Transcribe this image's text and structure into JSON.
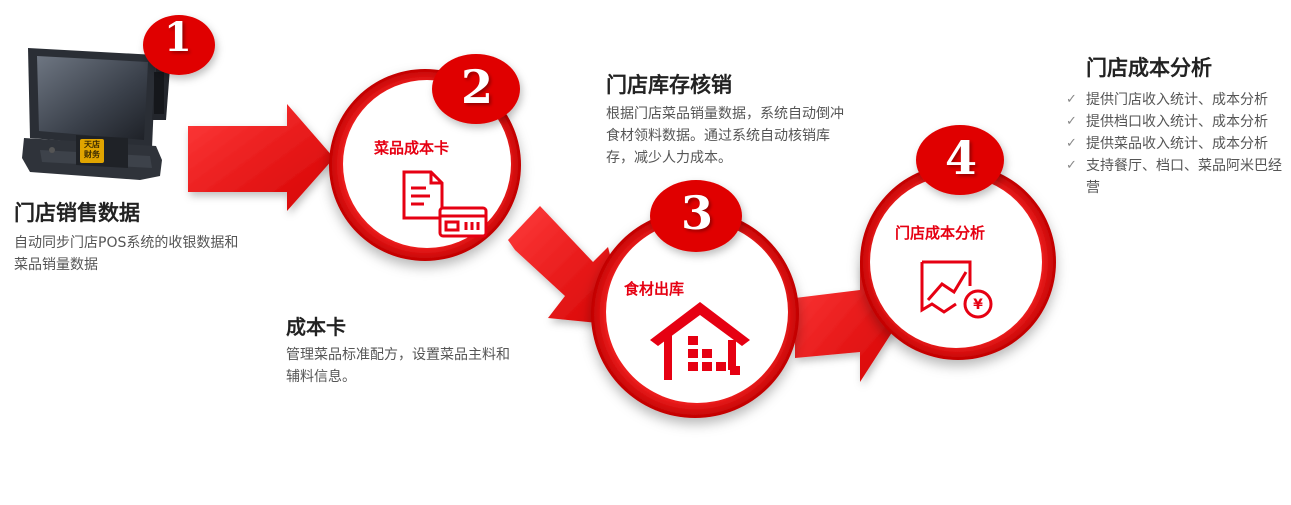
{
  "step1": {
    "badge": "1",
    "title": "门店销售数据",
    "desc": "自动同步门店POS系统的收银数据和菜品销量数据",
    "pos_sticker": "天店\n财务"
  },
  "step2": {
    "badge": "2",
    "circle_label": "菜品成本卡",
    "title": "成本卡",
    "desc": "管理菜品标准配方，设置菜品主料和辅料信息。"
  },
  "step3": {
    "badge": "3",
    "circle_label": "食材出库",
    "title": "门店库存核销",
    "desc": "根据门店菜品销量数据，系统自动倒冲食材领料数据。通过系统自动核销库存，减少人力成本。"
  },
  "step4": {
    "badge": "4",
    "circle_label": "门店成本分析",
    "title": "门店成本分析",
    "items": [
      "提供门店收入统计、成本分析",
      "提供档口收入统计、成本分析",
      "提供菜品收入统计、成本分析",
      "支持餐厅、档口、菜品阿米巴经营"
    ]
  },
  "colors": {
    "accent": "#e60012",
    "arrow": "#ff1a1a"
  },
  "icons": [
    "pos-terminal-icon",
    "cost-card-icon",
    "warehouse-icon",
    "cost-analysis-icon",
    "check-icon"
  ]
}
